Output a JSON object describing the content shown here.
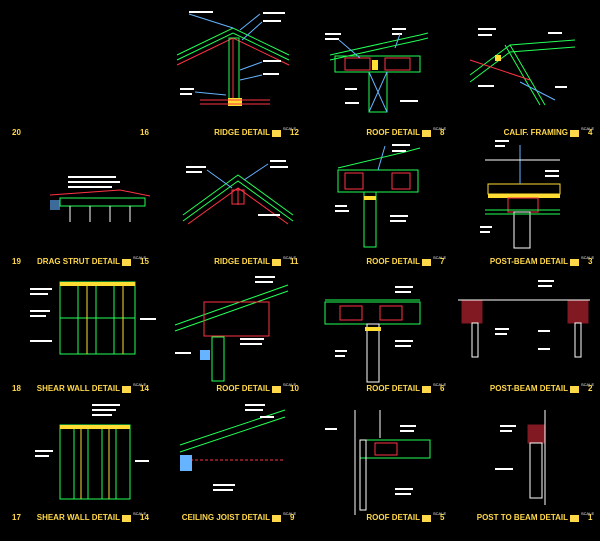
{
  "sheet_title": "",
  "details": [
    {
      "title": "",
      "left_num": "20",
      "right_num": "16",
      "scale": ""
    },
    {
      "title": "RIDGE DETAIL",
      "left_num": "",
      "right_num": "12",
      "scale": "SCALE"
    },
    {
      "title": "ROOF DETAIL",
      "left_num": "",
      "right_num": "8",
      "scale": "SCALE"
    },
    {
      "title": "CALIF. FRAMING",
      "left_num": "",
      "right_num": "4",
      "scale": "SCALE"
    },
    {
      "title": "DRAG STRUT DETAIL",
      "left_num": "19",
      "right_num": "15",
      "scale": "SCALE"
    },
    {
      "title": "RIDGE DETAIL",
      "left_num": "",
      "right_num": "11",
      "scale": "SCALE"
    },
    {
      "title": "ROOF DETAIL",
      "left_num": "",
      "right_num": "7",
      "scale": "SCALE"
    },
    {
      "title": "POST-BEAM DETAIL",
      "left_num": "",
      "right_num": "3",
      "scale": "SCALE"
    },
    {
      "title": "SHEAR WALL DETAIL",
      "left_num": "18",
      "right_num": "14",
      "scale": "SCALE"
    },
    {
      "title": "ROOF DETAIL",
      "left_num": "",
      "right_num": "10",
      "scale": "SCALE"
    },
    {
      "title": "ROOF DETAIL",
      "left_num": "",
      "right_num": "6",
      "scale": "SCALE"
    },
    {
      "title": "POST-BEAM DETAIL",
      "left_num": "",
      "right_num": "2",
      "scale": "SCALE"
    },
    {
      "title": "SHEAR WALL DETAIL",
      "left_num": "17",
      "right_num": "14",
      "scale": "SCALE"
    },
    {
      "title": "CEILING JOIST DETAIL",
      "left_num": "",
      "right_num": "9",
      "scale": "SCALE"
    },
    {
      "title": "ROOF DETAIL",
      "left_num": "",
      "right_num": "5",
      "scale": "SCALE"
    },
    {
      "title": "POST TO BEAM DETAIL",
      "left_num": "",
      "right_num": "1",
      "scale": "SCALE"
    }
  ],
  "colors": {
    "background": "#000000",
    "title": "#ffd84a",
    "framing": "#22ff55",
    "annotation": "#ffffff",
    "member": "#ff3344",
    "blocking": "#ffdd33",
    "leader": "#66b3ff"
  }
}
